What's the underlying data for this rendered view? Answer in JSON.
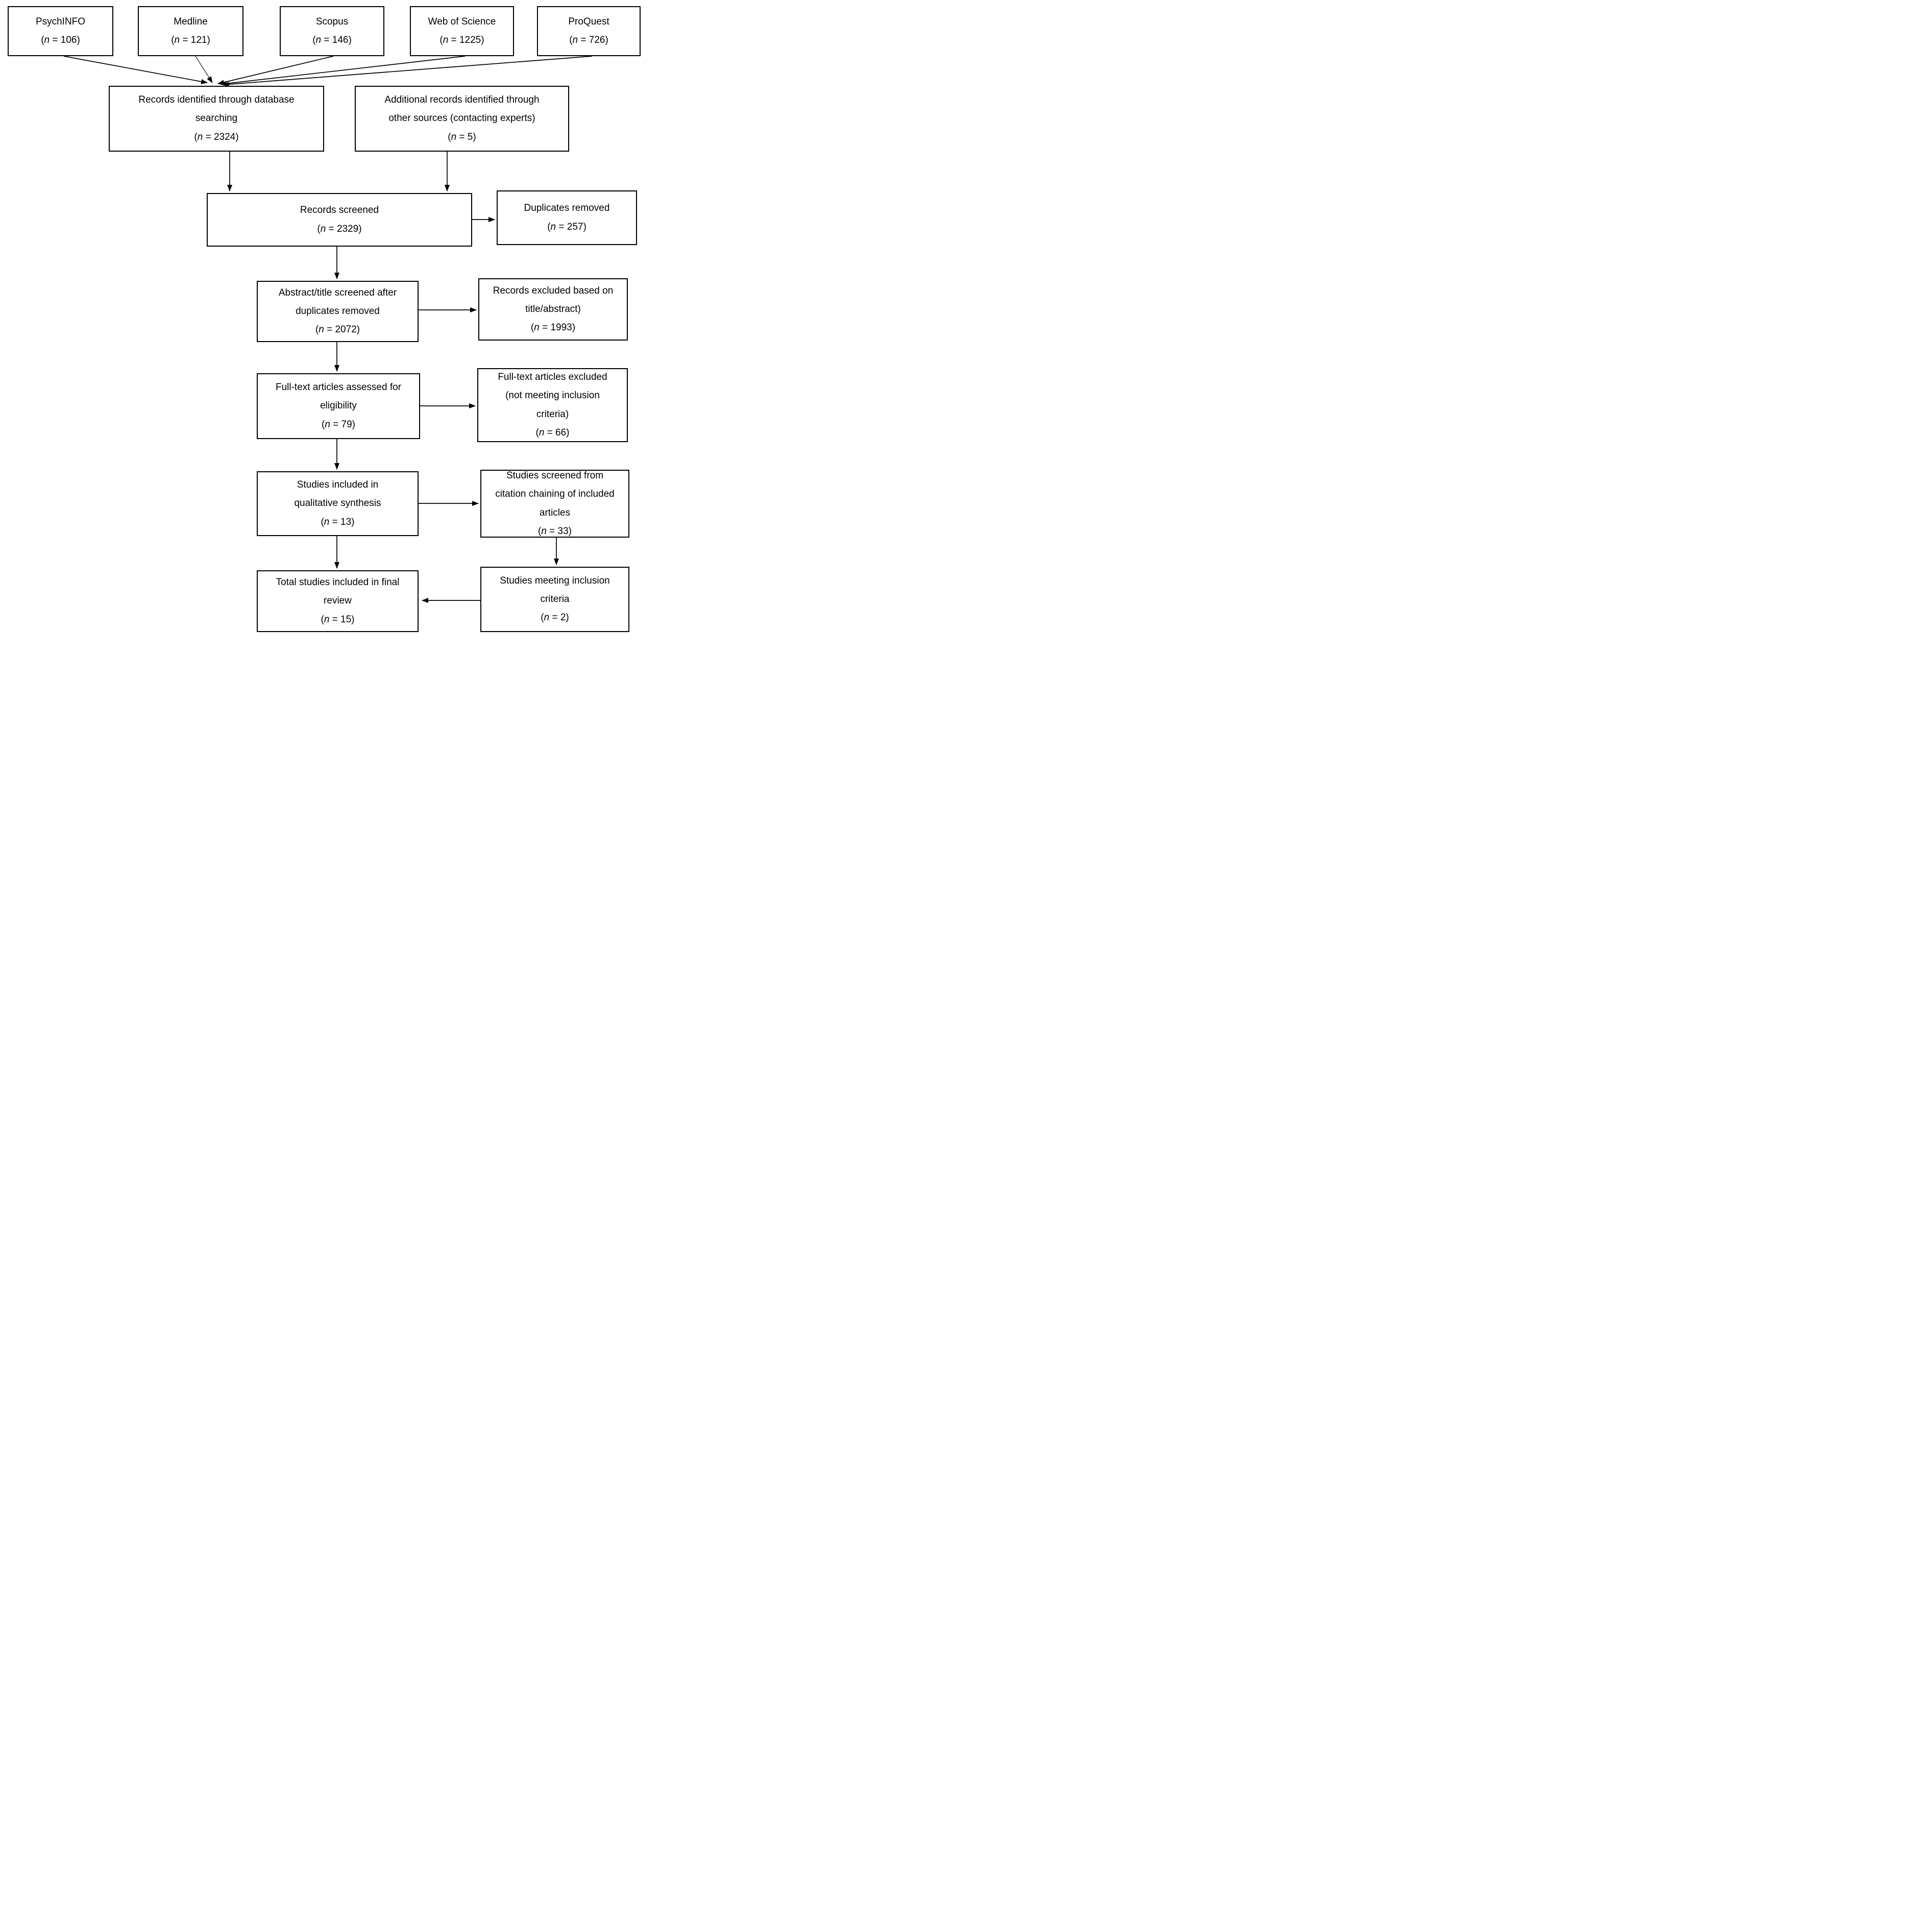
{
  "diagram_type": "flowchart",
  "colors": {
    "background": "#ffffff",
    "box_border": "#000000",
    "text": "#000000",
    "arrow": "#000000"
  },
  "boxes": {
    "psychinfo": {
      "label": "PsychINFO (n = 106)",
      "lines": [
        "PsychINFO",
        "(n = 106)"
      ]
    },
    "medline": {
      "label": "Medline (n = 121)",
      "lines": [
        "Medline",
        "(n = 121)"
      ]
    },
    "scopus": {
      "label": "Scopus (n = 146)",
      "lines": [
        "Scopus",
        "(n = 146)"
      ]
    },
    "web_of_science": {
      "label": "Web of Science (n = 1225)",
      "lines": [
        "Web of Science",
        "(n = 1225)"
      ]
    },
    "proquest": {
      "label": "ProQuest (n = 726)",
      "lines": [
        "ProQuest",
        "(n = 726)"
      ]
    },
    "records_identified": {
      "label": "Records identified through database searching (n = 2324)",
      "lines": [
        "Records identified through database",
        "searching",
        "(n = 2324)"
      ]
    },
    "additional_records": {
      "label": "Additional records identified through other sources (contacting experts) (n = 5)",
      "lines": [
        "Additional records identified through",
        "other sources (contacting experts)",
        "(n = 5)"
      ]
    },
    "records_screened": {
      "label": "Records screened (n = 2329)",
      "lines": [
        "Records screened",
        "(n = 2329)"
      ]
    },
    "duplicates_removed": {
      "label": "Duplicates removed (n = 257)",
      "lines": [
        "Duplicates removed",
        "(n = 257)"
      ]
    },
    "abstract_title_screened": {
      "label": "Abstract/title screened after duplicates removed (n = 2072)",
      "lines": [
        "Abstract/title screened after",
        "duplicates removed",
        "(n = 2072)"
      ]
    },
    "records_excluded": {
      "label": "Records excluded based on title/abstract) (n = 1993)",
      "lines": [
        "Records excluded based on",
        "title/abstract)",
        "(n = 1993)"
      ]
    },
    "fulltext_assessed": {
      "label": "Full-text articles assessed for eligibility (n = 79)",
      "lines": [
        "Full-text articles assessed for",
        "eligibility",
        "(n = 79)"
      ]
    },
    "fulltext_excluded": {
      "label": "Full-text articles excluded (not meeting inclusion criteria) (n = 66)",
      "lines": [
        "Full-text articles excluded",
        "(not meeting inclusion",
        "criteria)",
        "(n = 66)"
      ]
    },
    "studies_included_qualitative": {
      "label": "Studies included in qualitative synthesis (n = 13)",
      "lines": [
        "Studies included in",
        "qualitative synthesis",
        "(n = 13)"
      ]
    },
    "citation_chaining": {
      "label": "Studies screened from citation chaining of included articles (n = 33)",
      "lines": [
        "Studies screened from",
        "citation chaining of included",
        "articles",
        "(n = 33)"
      ]
    },
    "total_included": {
      "label": "Total studies included in final review (n = 15)",
      "lines": [
        "Total studies included in final",
        "review",
        "(n = 15)"
      ]
    },
    "meeting_criteria": {
      "label": "Studies meeting inclusion criteria (n = 2)",
      "lines": [
        "Studies meeting inclusion",
        "criteria",
        "(n = 2)"
      ]
    }
  },
  "counts": {
    "psychinfo": 106,
    "medline": 121,
    "scopus": 146,
    "web_of_science": 1225,
    "proquest": 726,
    "records_identified": 2324,
    "additional_records": 5,
    "records_screened": 2329,
    "duplicates_removed": 257,
    "abstract_title_screened": 2072,
    "records_excluded": 1993,
    "fulltext_assessed": 79,
    "fulltext_excluded": 66,
    "studies_included_qualitative": 13,
    "citation_chaining": 33,
    "total_included": 15,
    "meeting_criteria": 2
  },
  "edges": [
    {
      "from": "psychinfo",
      "to": "records_identified"
    },
    {
      "from": "medline",
      "to": "records_identified"
    },
    {
      "from": "scopus",
      "to": "records_identified"
    },
    {
      "from": "web_of_science",
      "to": "records_identified"
    },
    {
      "from": "proquest",
      "to": "records_identified"
    },
    {
      "from": "records_identified",
      "to": "records_screened"
    },
    {
      "from": "additional_records",
      "to": "records_screened"
    },
    {
      "from": "records_screened",
      "to": "duplicates_removed"
    },
    {
      "from": "records_screened",
      "to": "abstract_title_screened"
    },
    {
      "from": "abstract_title_screened",
      "to": "records_excluded"
    },
    {
      "from": "abstract_title_screened",
      "to": "fulltext_assessed"
    },
    {
      "from": "fulltext_assessed",
      "to": "fulltext_excluded"
    },
    {
      "from": "fulltext_assessed",
      "to": "studies_included_qualitative"
    },
    {
      "from": "studies_included_qualitative",
      "to": "citation_chaining"
    },
    {
      "from": "studies_included_qualitative",
      "to": "total_included"
    },
    {
      "from": "citation_chaining",
      "to": "meeting_criteria"
    },
    {
      "from": "meeting_criteria",
      "to": "total_included"
    }
  ]
}
